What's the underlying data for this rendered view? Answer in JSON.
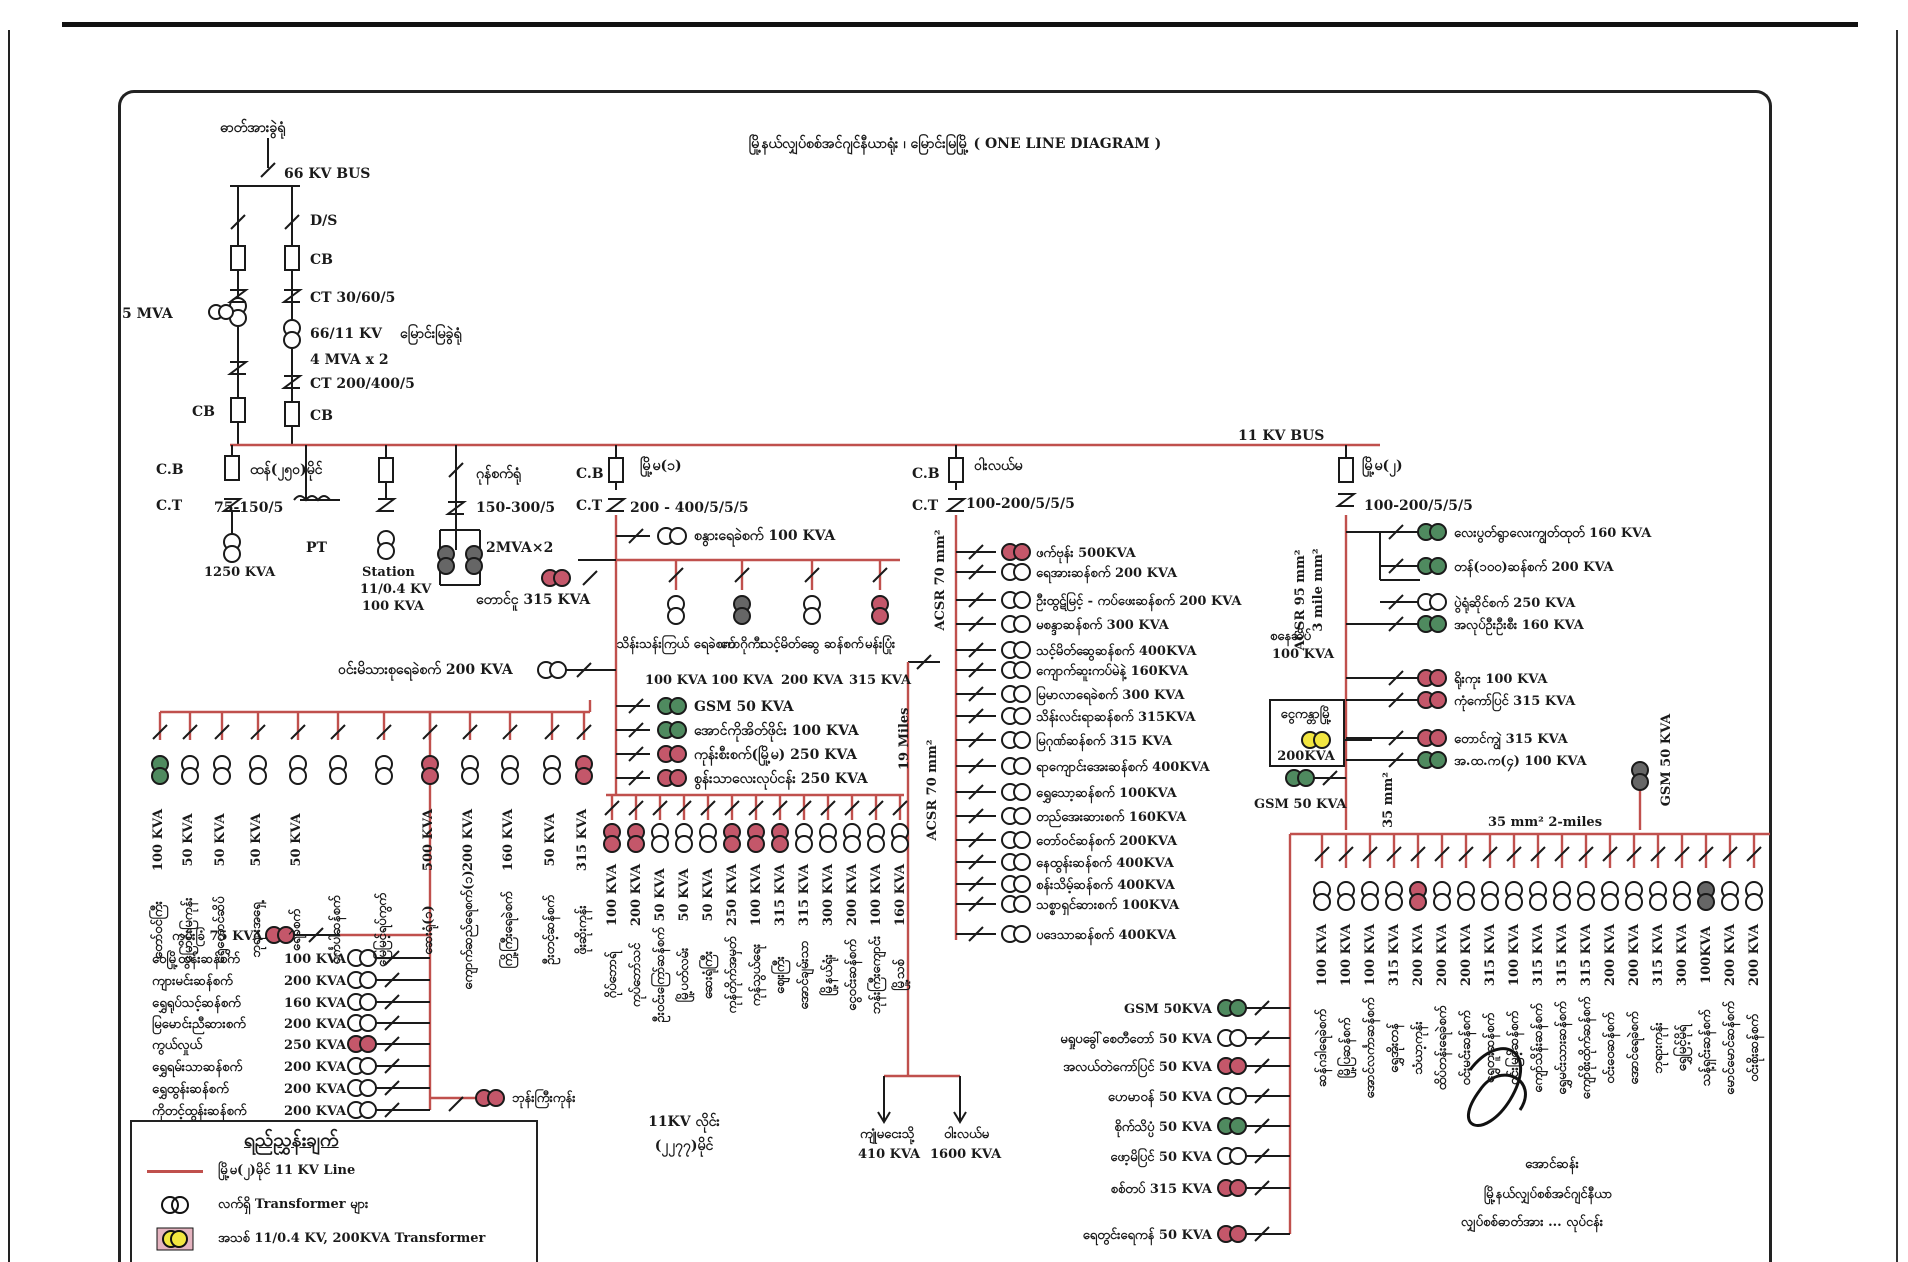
{
  "title": "မြို့နယ်လျှပ်စစ်အင်ဂျင်နီယာရုံး ၊ မြောင်းမြမြို့ ( ONE LINE DIAGRAM )",
  "source": {
    "label": "ဓာတ်အားခွဲရုံ",
    "bus": "66 KV BUS"
  },
  "supply_left": {
    "mva": "5 MVA",
    "cb": "CB"
  },
  "supply_right": {
    "ds": "D/S",
    "cb": "CB",
    "ct1": "CT 30/60/5",
    "tx": "66/11 KV",
    "tx_name": "မြောင်းမြခွဲရုံ",
    "tx_rating": "4 MVA x 2",
    "ct2": "CT  200/400/5",
    "cb2": "CB"
  },
  "bus11": "11 KV BUS",
  "feeder1": {
    "cb": "C.B",
    "name": "ထန်(၂၅၀)မိုင်",
    "ct": "C.T",
    "ct_ratio": "75-150/5",
    "load": "1250 KVA"
  },
  "pt": "PT",
  "station": {
    "name": "Station",
    "ratio": "11/0.4 KV",
    "load": "100 KVA"
  },
  "feeder_vn": {
    "name": "ဂုန်စက်ရုံ",
    "ct": "150-300/5",
    "tx": "2MVA×2"
  },
  "toung_ngu": "တောင်ငူ 315 KVA",
  "winmi": "ဝင်းမိသားစုရေခဲစက် 200 KVA",
  "feeder2": {
    "cb": "C.B",
    "name": "မြို့မ(၁)",
    "ct": "C.T",
    "ct_ratio": "200 - 400/5/5/5",
    "first": "စနွားရေခဲစက် 100 KVA"
  },
  "f2_drops": [
    {
      "name": "သိန်းသန်းကြယ် ရေခဲစက်",
      "kva": "100 KVA"
    },
    {
      "name": "ဟေဂိုကီး",
      "kva": "100 KVA"
    },
    {
      "name": "သင့်မိတ်ဆွေ ဆန်စက်",
      "kva": "200 KVA"
    },
    {
      "name": "မန်းပြုံး",
      "kva": "315 KVA"
    }
  ],
  "f2_mid": [
    "GSM 50 KVA",
    "အောင်ကိုအိတ်ဖိုင်း 100 KVA",
    "ကုန်းစီးစက်(မြို့မ) 250 KVA",
    "စွန်းသာလေးလုပ်ငန်း 250 KVA"
  ],
  "miles19": "19 Miles",
  "feeder2_bottom": [
    {
      "name": "ဂိုပ်ဘောရ်",
      "kva": "100 KVA"
    },
    {
      "name": "ကုပ်ဘော်သင်",
      "kva": "200 KVA"
    },
    {
      "name": "ဦးဝင်းကြော်ဆန်စက်",
      "kva": "50 KVA"
    },
    {
      "name": "မြို့ပတ်လမ်း",
      "kva": "50 KVA"
    },
    {
      "name": "ဆေးရုံကြီး",
      "kva": "50 KVA"
    },
    {
      "name": "ကုန်တိုက်အမှတ်",
      "kva": "250 KVA"
    },
    {
      "name": "ကုန်သွယ်ရေး",
      "kva": "100 KVA"
    },
    {
      "name": "ဈေးကြီး",
      "kva": "315 KVA"
    },
    {
      "name": "အောင်ချမ်းသာ",
      "kva": "315 KVA"
    },
    {
      "name": "မြို့နယ်ရုံး",
      "kva": "300 KVA"
    },
    {
      "name": "ငွေဝင်းဆန်စက်",
      "kva": "200 KVA"
    },
    {
      "name": "ဘုန်းကြီးကျောင်း",
      "kva": "100 KVA"
    },
    {
      "name": "မြို့သစ်",
      "kva": "160 KVA"
    }
  ],
  "feeder2_left": [
    {
      "name": "တော်ဝင်ကြီး",
      "kva": "100 KVA"
    },
    {
      "name": "မြောင်းမြကုန်း",
      "kva": "50 KVA"
    },
    {
      "name": "ရွှေတောင်ဆိပ်",
      "kva": "50 KVA"
    },
    {
      "name": "ဘုရားအရှေ့",
      "kva": "50 KVA"
    },
    {
      "name": "ရေခဲစက်",
      "kva": "50 KVA"
    },
    {
      "name": "ဝင်္ကပါဆန်စက်",
      "kva": ""
    },
    {
      "name": "မြေမြင့်ရပ်ကွက်",
      "kva": ""
    },
    {
      "name": "ဆေးရုံ(၁)",
      "kva": "500 KVA"
    },
    {
      "name": "ကျောက်ဆည်ရေစက်(၁)",
      "kva": "200 KVA"
    },
    {
      "name": "ကြို့ကြီးရေခဲစက်",
      "kva": "160 KVA"
    },
    {
      "name": "ဦးတင့်ဆန်စက်",
      "kva": "50 KVA"
    },
    {
      "name": "ဖိုးဆိုးကုန်း",
      "kva": "315 KVA"
    }
  ],
  "left_drop_list": [
    {
      "name": "ကွမ်းခြံ 75 KVA",
      "kva": ""
    },
    {
      "name": "ဝေမြို့ထွန်းဆန်စက်",
      "kva": "100 KVA"
    },
    {
      "name": "ကျားမင်းဆန်စက်",
      "kva": "200 KVA"
    },
    {
      "name": "ရွှေရုပ်သင့်ဆန်စက်",
      "kva": "160 KVA"
    },
    {
      "name": "မြမောင်းညီဆားစက်",
      "kva": "200 KVA"
    },
    {
      "name": "ကွယ်လှုယ်",
      "kva": "250 KVA"
    },
    {
      "name": "ရွှေရမ်းသာဆန်စက်",
      "kva": "200 KVA"
    },
    {
      "name": "ရွှေထွန်းဆန်စက်",
      "kva": "200 KVA"
    },
    {
      "name": "ကိုတင့်ထွန်းဆန်စက်",
      "kva": "200 KVA"
    }
  ],
  "left_drop_extra": "ဘုန်းကြီးကုန်း",
  "line_label": {
    "line": "11KV လိုင်း",
    "code": "(၂၂၇၇)မိုင်"
  },
  "feeder3": {
    "cb": "C.B",
    "name": "ဝါးလယ်မ",
    "ct": "C.T",
    "ct_ratio": "100-200/5/5/5",
    "acsr_top": "ACSR 70 mm²",
    "acsr_mid": "ACSR 70 mm²"
  },
  "f3_loads": [
    "ဖက်ဗုန်း 500KVA",
    "ရေအားဆန်စက် 200 KVA",
    "ဦးထွဋ်မြင့် - ကပ်ဖေးဆန်စက် 200 KVA",
    "မစန္ဒာဆန်စက် 300 KVA",
    "သင့်မိတ်ဆွေဆန်စက် 400KVA",
    "ကျောက်ဆူးကပ်မဲနဲ့ 160KVA",
    "မြမာလာရေခဲစက် 300 KVA",
    "သိန်းလင်းရာဆန်စက် 315KVA",
    "မြဂုဏ်ဆန်စက် 315 KVA",
    "ရာကျောင်းအေးဆန်စက် 400KVA",
    "ရွှေသော့ဆန်စက် 100KVA",
    "တည်အေးဆားစက် 160KVA",
    "တော်ဝင်ဆန်စက် 200KVA",
    "နေထွန်းဆန်စက် 400KVA",
    "စန်းသိမ့်ဆန်စက် 400KVA",
    "သစ္စာရှင်ဆားစက် 100KVA",
    "ပဒေသာဆန်စက် 400KVA"
  ],
  "f3_branch": [
    {
      "name": "ကျုံမငေးသို့",
      "kva": "410 KVA"
    },
    {
      "name": "ဝါးလယ်မ",
      "kva": "1600 KVA"
    }
  ],
  "f3_lower": [
    "GSM 50KVA",
    "မရှုပခွေါ်စေတီတော် 50 KVA",
    "အလယ်တဲကော်ပြင် 50 KVA",
    "ဟေမာဝန် 50 KVA",
    "စိုက်သိပ္ပံ 50 KVA",
    "ဖော့မိပြင် 50 KVA",
    "စစ်တပ် 315 KVA",
    "ရေတွင်းရေကန် 50 KVA"
  ],
  "feeder4": {
    "name": "မြို့မ(၂)",
    "ct_ratio": "100-200/5/5/5",
    "acsr": "ACSR 95 mm²",
    "miles": "3 mile mm²"
  },
  "f4_loads": [
    "လေးပွတ်ရွာလေးကျွတ်ထုတ် 160 KVA",
    "တန်(၁၀၀)ဆန်စက် 200 KVA",
    "ပွဲရုံဆိုင်စက် 250 KVA",
    "အလုပ်ဦးဦးစီး 160 KVA"
  ],
  "f4_sub": "စနေဆိပ်",
  "f4_sub_kva": "100 KVA",
  "f4_side": [
    "ရိုးကုး 100 KVA",
    "ကုံကော်ပြင် 315 KVA",
    "တောင်ကျွဲ 315 KVA",
    "အ.ထ.က(၄) 100 KVA"
  ],
  "new_box": {
    "name": "ငွေကန္တာမြို့",
    "kva": "200KVA"
  },
  "gsm_right": "GSM   50 KVA",
  "gsm_vertical": "GSM 50 KVA",
  "mm35": "35 mm²",
  "span_label": "35 mm²   2-miles",
  "right_bottom": [
    {
      "name": "ဆန်ဂဒါရေခဲစက်",
      "kva": "100 KVA"
    },
    {
      "name": "မြို့ပြဆန်စက်",
      "kva": "100 KVA"
    },
    {
      "name": "အောင်လင်္ကာဆန်စက်",
      "kva": "100 KVA"
    },
    {
      "name": "ရွှေအိုးတန်",
      "kva": "315 KVA"
    },
    {
      "name": "သံဃာ့ကုန်း",
      "kva": "200 KVA"
    },
    {
      "name": "ထိပ်တန်းရေခဲစက်",
      "kva": "200 KVA"
    },
    {
      "name": "ဝင်းမင်းဆန်စက်",
      "kva": "200 KVA"
    },
    {
      "name": "ရွှေတူးဆန်စက်",
      "kva": "315 KVA"
    },
    {
      "name": "ဝင်းမြင့်ဆန်စက်",
      "kva": "100 KVA"
    },
    {
      "name": "ကျော်သိန်းဆန်စက်",
      "kva": "315 KVA"
    },
    {
      "name": "ရွှေမင်းသားဆန်စက်",
      "kva": "315 KVA"
    },
    {
      "name": "ကျော်စိုးထိုက်ဆန်စက်",
      "kva": "315 KVA"
    },
    {
      "name": "ဝင်းဝေဆန်စက်",
      "kva": "200 KVA"
    },
    {
      "name": "အောင်ရေခဲစက်",
      "kva": "200 KVA"
    },
    {
      "name": "ဘုရားကုန်း",
      "kva": "315 KVA"
    },
    {
      "name": "ရွှေမြင့်မိုရ်",
      "kva": "300 KVA"
    },
    {
      "name": "သန့်ရှင်းဆန်စက်",
      "kva": "100KVA"
    },
    {
      "name": "မောင်မောင်ဆန်စက်",
      "kva": "200 KVA"
    },
    {
      "name": "ဝင်းစိုးဆန်စက်",
      "kva": "200 KVA"
    }
  ],
  "signature": {
    "name": "အောင်ဆန်း",
    "line1": "မြို့နယ်လျှပ်စစ်အင်ဂျင်နီယာ",
    "line2": "လျှပ်စစ်ဓာတ်အား ... လုပ်ငန်း"
  },
  "legend": {
    "title": "ရည်ညွှန်းချက်",
    "items": [
      {
        "text": "မြို့မ(၂)မိုင် 11 KV Line"
      },
      {
        "text": "လက်ရှိ Transformer များ"
      },
      {
        "text": "အသစ် 11/0.4 KV, 200KVA Transformer"
      }
    ]
  },
  "colors": {
    "line": "#c0504d",
    "black": "#1a1a1a",
    "red": "#c4576a",
    "green": "#4f8a5f",
    "gray": "#666666",
    "yellow": "#f2e640"
  }
}
